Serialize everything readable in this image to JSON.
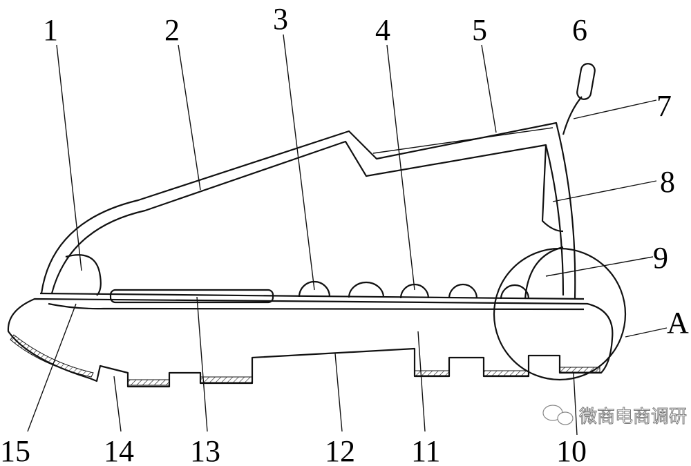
{
  "figure": {
    "labels": {
      "l1": "1",
      "l2": "2",
      "l3": "3",
      "l4": "4",
      "l5": "5",
      "l6": "6",
      "l7": "7",
      "l8": "8",
      "l9": "9",
      "lA": "A",
      "l10": "10",
      "l11": "11",
      "l12": "12",
      "l13": "13",
      "l14": "14",
      "l15": "15"
    },
    "watermark": {
      "text": "微商电商调研",
      "icon": "wechat-icon"
    }
  }
}
